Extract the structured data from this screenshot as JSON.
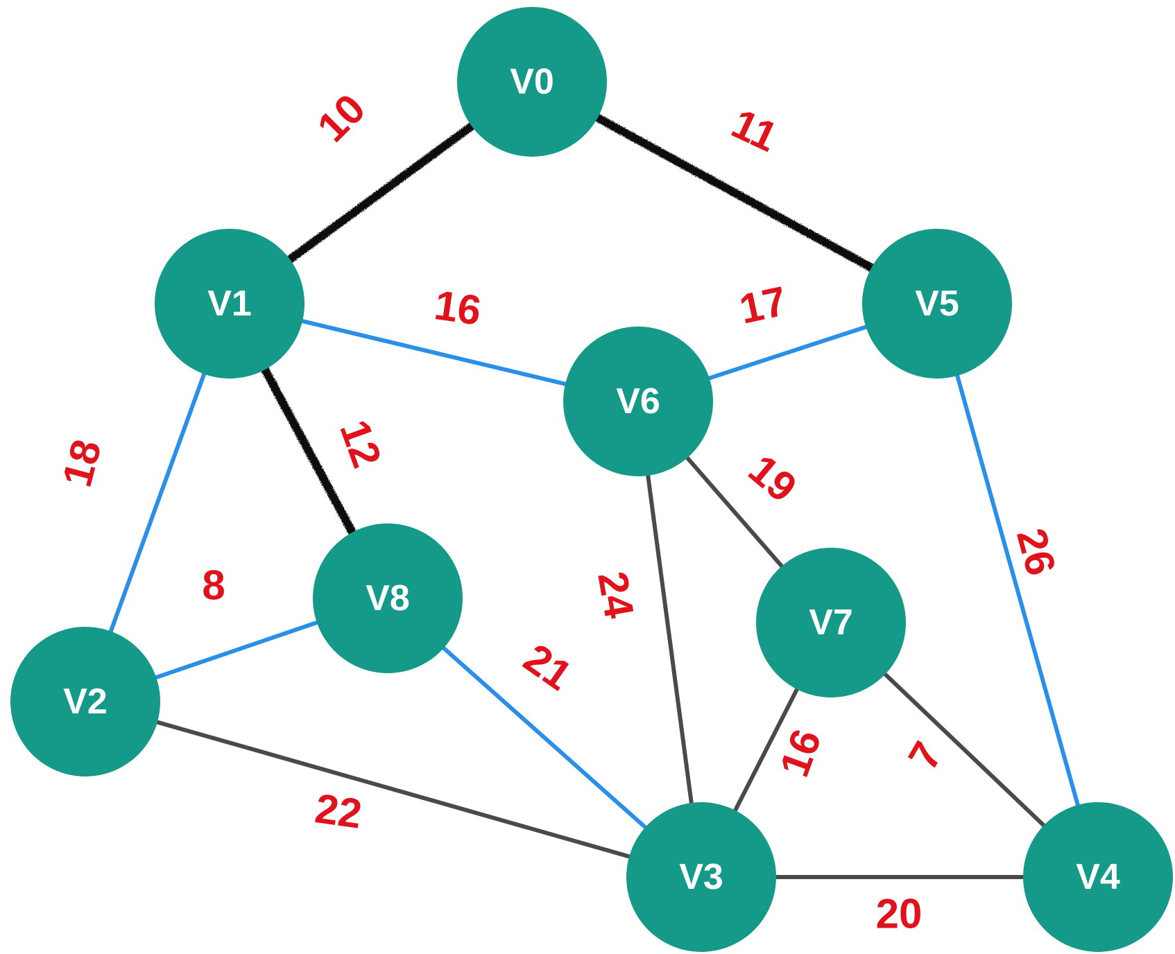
{
  "colors": {
    "node_fill": "#159a8a",
    "node_text": "#ffffff",
    "weight_text": "#e0121b",
    "edge_selected": "#0a0a0a",
    "edge_candidate": "#2a8fe8",
    "edge_default": "#4a4a4a"
  },
  "nodes": [
    {
      "id": "V0",
      "label": "V0"
    },
    {
      "id": "V1",
      "label": "V1"
    },
    {
      "id": "V2",
      "label": "V2"
    },
    {
      "id": "V3",
      "label": "V3"
    },
    {
      "id": "V4",
      "label": "V4"
    },
    {
      "id": "V5",
      "label": "V5"
    },
    {
      "id": "V6",
      "label": "V6"
    },
    {
      "id": "V7",
      "label": "V7"
    },
    {
      "id": "V8",
      "label": "V8"
    }
  ],
  "edges": [
    {
      "from": "V0",
      "to": "V1",
      "weight": "10",
      "state": "selected"
    },
    {
      "from": "V0",
      "to": "V5",
      "weight": "11",
      "state": "selected"
    },
    {
      "from": "V1",
      "to": "V8",
      "weight": "12",
      "state": "selected"
    },
    {
      "from": "V1",
      "to": "V6",
      "weight": "16",
      "state": "candidate"
    },
    {
      "from": "V5",
      "to": "V6",
      "weight": "17",
      "state": "candidate"
    },
    {
      "from": "V1",
      "to": "V2",
      "weight": "18",
      "state": "candidate"
    },
    {
      "from": "V2",
      "to": "V8",
      "weight": "8",
      "state": "candidate"
    },
    {
      "from": "V8",
      "to": "V3",
      "weight": "21",
      "state": "candidate"
    },
    {
      "from": "V5",
      "to": "V4",
      "weight": "26",
      "state": "candidate"
    },
    {
      "from": "V6",
      "to": "V7",
      "weight": "19",
      "state": "default"
    },
    {
      "from": "V6",
      "to": "V3",
      "weight": "24",
      "state": "default"
    },
    {
      "from": "V2",
      "to": "V3",
      "weight": "22",
      "state": "default"
    },
    {
      "from": "V7",
      "to": "V3",
      "weight": "16",
      "state": "default"
    },
    {
      "from": "V7",
      "to": "V4",
      "weight": "7",
      "state": "default"
    },
    {
      "from": "V3",
      "to": "V4",
      "weight": "20",
      "state": "default"
    }
  ]
}
